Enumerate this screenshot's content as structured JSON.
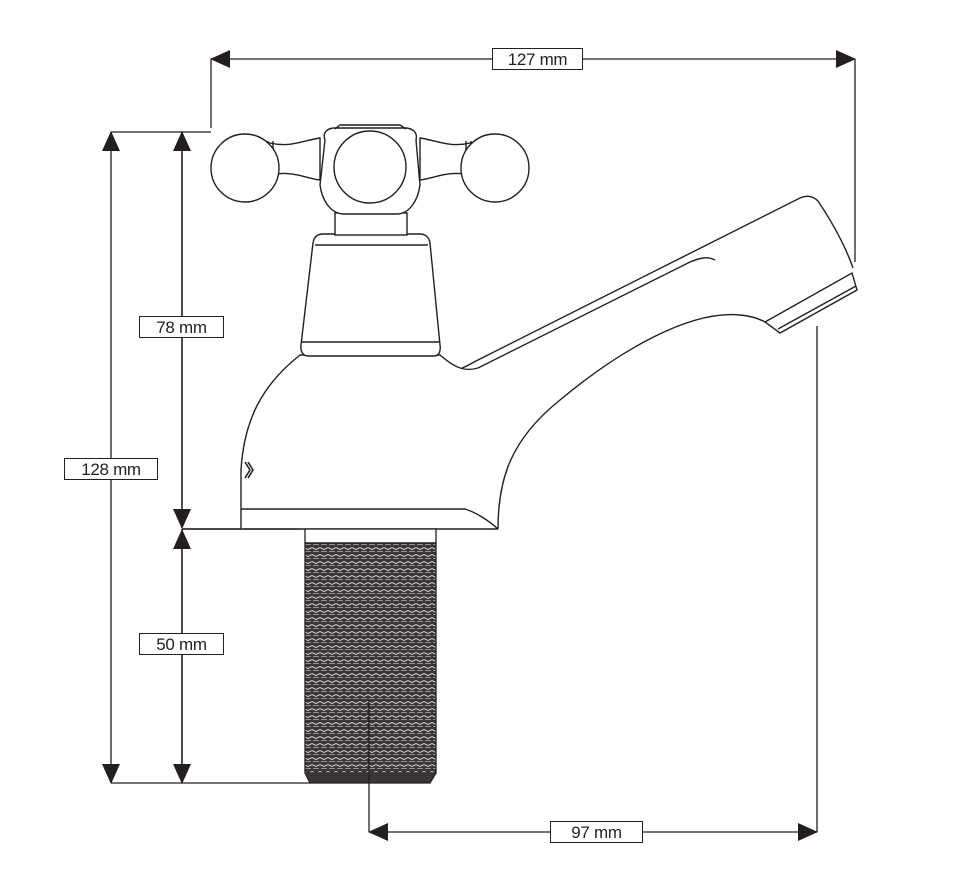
{
  "drawing": {
    "subject": "Basin tap with cross-head handle — side elevation",
    "line_color": "#231f20",
    "dimensions": {
      "overall_width": {
        "label": "127 mm",
        "value": 127,
        "unit": "mm"
      },
      "overall_height": {
        "label": "128 mm",
        "value": 128,
        "unit": "mm"
      },
      "body_height": {
        "label": "78 mm",
        "value": 78,
        "unit": "mm"
      },
      "shank_length": {
        "label": "50 mm",
        "value": 50,
        "unit": "mm"
      },
      "spout_reach": {
        "label": "97 mm",
        "value": 97,
        "unit": "mm"
      }
    }
  }
}
